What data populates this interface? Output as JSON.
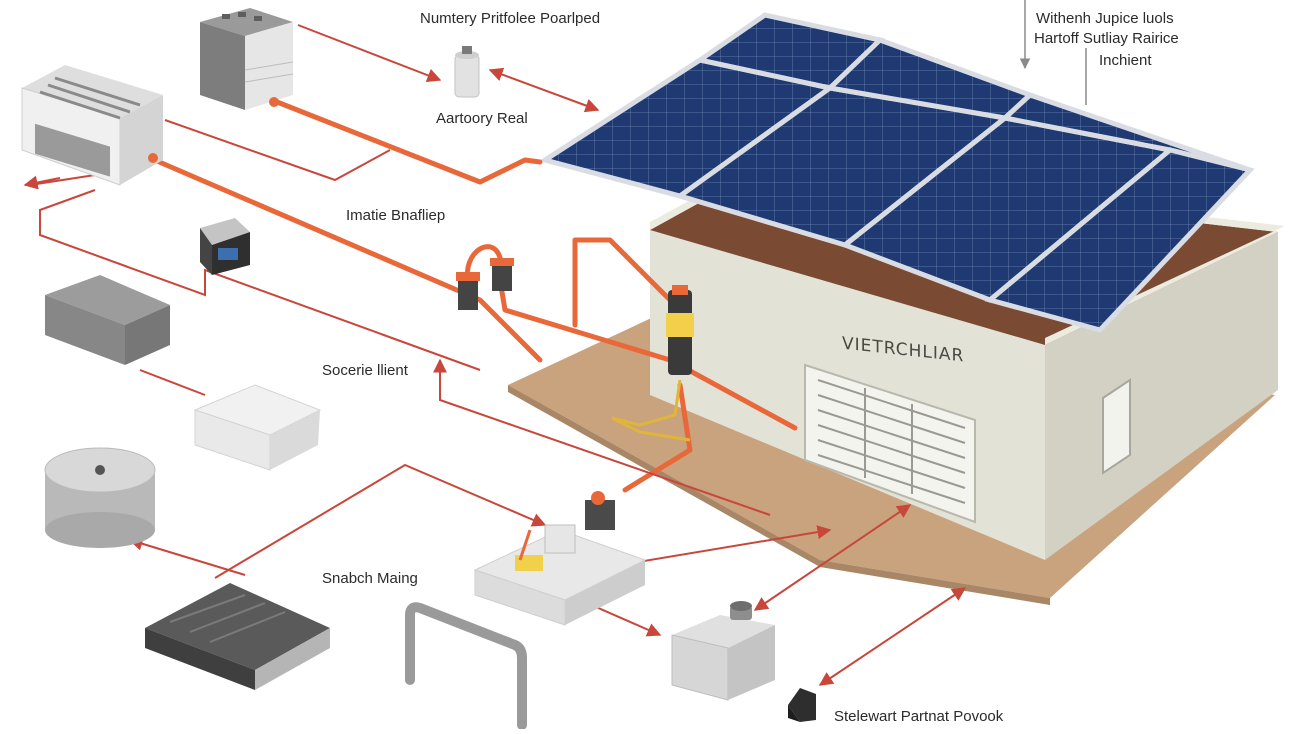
{
  "labels": {
    "top_center": "Numtery Pritfolee Poarlped",
    "battery_real": "Aartoory Real",
    "top_right_line1": "Withenh Jupice luols",
    "top_right_line2": "Hartoff Sutliay Rairice",
    "top_right_line3": "Inchient",
    "mid_left": "Imatie Bnafliep",
    "source_client": "Socerie llient",
    "snabch_maing": "Snabch Maing",
    "bottom_right": "Stelewart Partnat Povook",
    "building_sign": "VIETRCHLIAR"
  },
  "colors": {
    "pipe_orange": "#e8683a",
    "wire_red": "#c9463a",
    "panel_blue": "#1f3a72",
    "panel_frame": "#d9dde3",
    "building_wall": "#e3e2d6",
    "roof_brown": "#7a4a32",
    "base_tan": "#c9a27e"
  }
}
